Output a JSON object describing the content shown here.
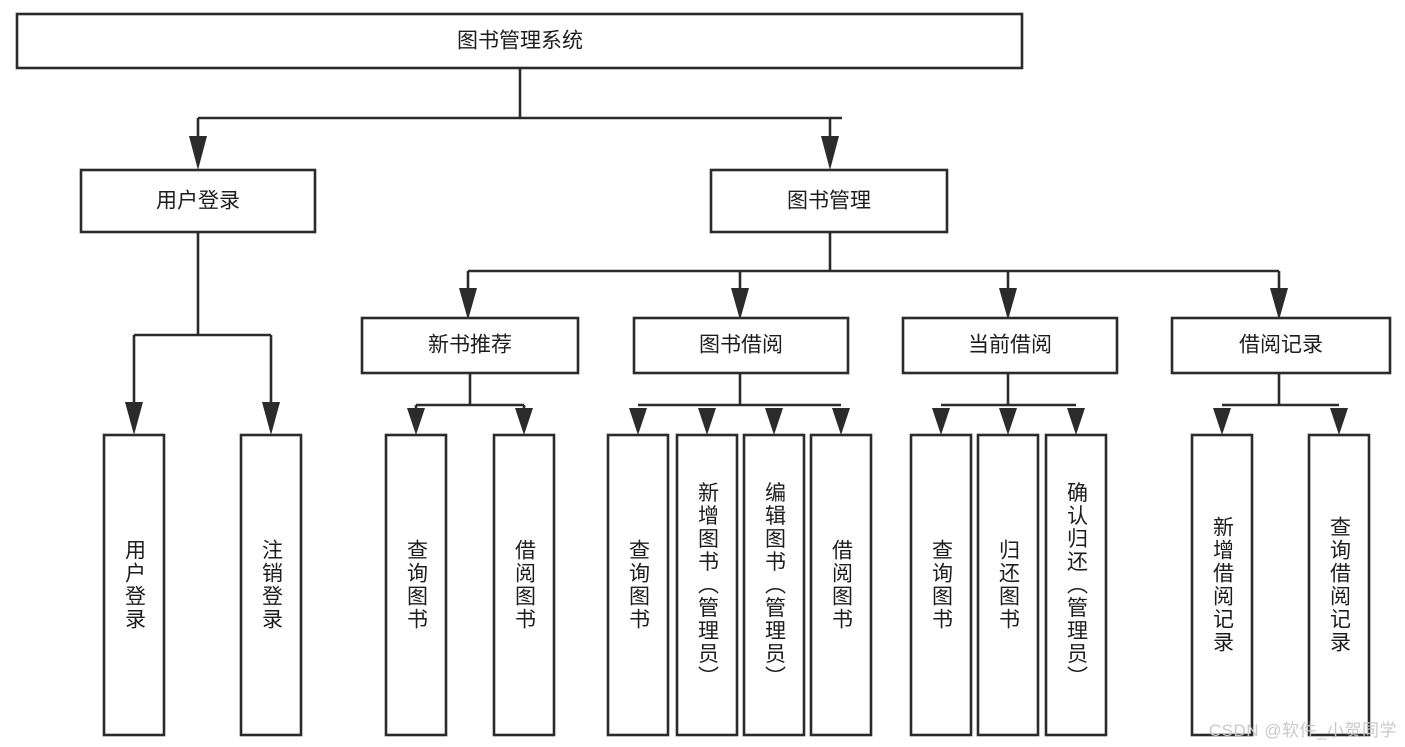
{
  "diagram": {
    "title": "图书管理系统",
    "type": "tree-hierarchy-chart",
    "colors": {
      "box_border": "#2b2b2b",
      "box_fill": "#ffffff",
      "text": "#1d1d1d",
      "background": "#ffffff",
      "watermark": "#c9c9c9"
    },
    "root": {
      "label": "图书管理系统"
    },
    "level2": [
      {
        "label": "用户登录"
      },
      {
        "label": "图书管理"
      }
    ],
    "level3": [
      {
        "label": "新书推荐"
      },
      {
        "label": "图书借阅"
      },
      {
        "label": "当前借阅"
      },
      {
        "label": "借阅记录"
      }
    ],
    "leaves": {
      "user_login": [
        {
          "label": "用户登录"
        },
        {
          "label": "注销登录"
        }
      ],
      "new_book_recommend": [
        {
          "label": "查询图书"
        },
        {
          "label": "借阅图书"
        }
      ],
      "book_borrow": [
        {
          "label": "查询图书"
        },
        {
          "label": "新增图书（管理员）"
        },
        {
          "label": "编辑图书（管理员）"
        },
        {
          "label": "借阅图书"
        }
      ],
      "current_borrow": [
        {
          "label": "查询图书"
        },
        {
          "label": "归还图书"
        },
        {
          "label": "确认归还（管理员）"
        }
      ],
      "borrow_record": [
        {
          "label": "新增借阅记录"
        },
        {
          "label": "查询借阅记录"
        }
      ]
    }
  },
  "watermark": {
    "text": "CSDN @软件_小贺同学"
  }
}
